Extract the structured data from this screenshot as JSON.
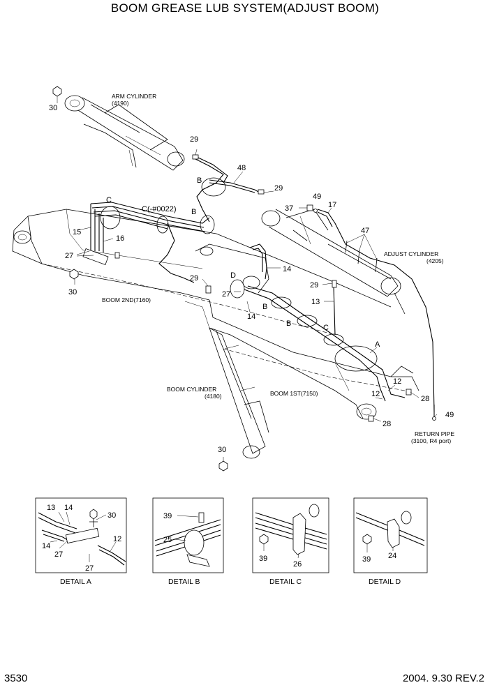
{
  "title": "BOOM GREASE LUB SYSTEM(ADJUST BOOM)",
  "page_number": "3530",
  "revision": "2004. 9.30  REV.2",
  "components": {
    "arm_cylinder": "ARM CYLINDER",
    "arm_cylinder_code": "(4190)",
    "adjust_cylinder": "ADJUST CYLINDER",
    "adjust_cylinder_code": "(4205)",
    "boom_2nd": "BOOM 2ND(7160)",
    "boom_1st": "BOOM 1ST(7150)",
    "boom_cylinder": "BOOM CYLINDER",
    "boom_cylinder_code": "(4180)",
    "return_pipe": "RETURN PIPE",
    "return_pipe_code": "(3100, R4 port)",
    "serial_note": "C(-#0022)"
  },
  "detail_letters": {
    "a": "A",
    "b": "B",
    "c": "C",
    "d": "D"
  },
  "part_numbers": {
    "p12": "12",
    "p13": "13",
    "p14": "14",
    "p15": "15",
    "p16": "16",
    "p17": "17",
    "p24": "24",
    "p25": "25",
    "p26": "26",
    "p27": "27",
    "p28": "28",
    "p29": "29",
    "p30": "30",
    "p37": "37",
    "p39": "39",
    "p47": "47",
    "p48": "48",
    "p49": "49"
  },
  "details": [
    {
      "caption": "DETAIL  A"
    },
    {
      "caption": "DETAIL  B"
    },
    {
      "caption": "DETAIL  C"
    },
    {
      "caption": "DETAIL  D"
    }
  ]
}
